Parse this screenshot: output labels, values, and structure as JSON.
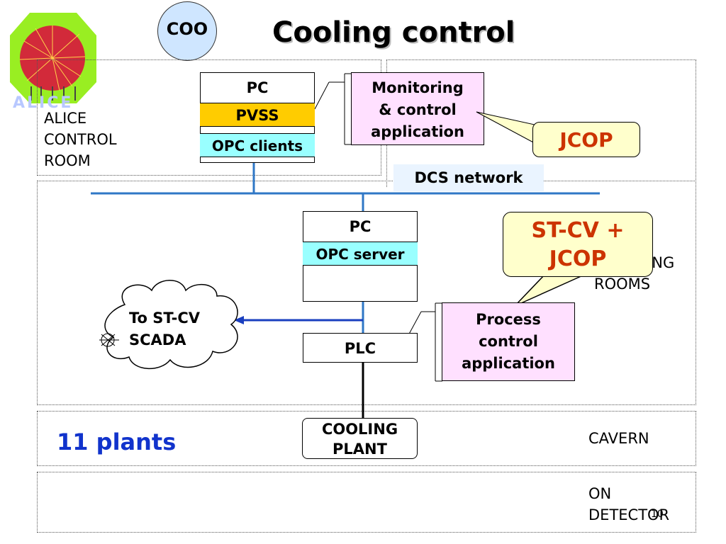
{
  "slide": {
    "title": "Cooling control",
    "badge": "COO",
    "logo_text": "ALICE",
    "page_number": "10"
  },
  "zones": {
    "control_room": [
      "ALICE",
      "CONTROL",
      "ROOM"
    ],
    "counting_rooms": [
      "COUNTING",
      "ROOMS"
    ],
    "cavern": "CAVERN",
    "on_detector": [
      "ON",
      "DETECTOR"
    ]
  },
  "pc_top": {
    "title": "PC",
    "pvss": "PVSS",
    "opc_clients": "OPC clients"
  },
  "monitoring_app": [
    "Monitoring",
    "& control",
    "application"
  ],
  "jcop": "JCOP",
  "network": "DCS network",
  "pc_server": {
    "title": "PC",
    "opc_server": "OPC server"
  },
  "callout": [
    "ST-CV +",
    "JCOP"
  ],
  "cloud": [
    "To ST-CV",
    "SCADA"
  ],
  "plc": "PLC",
  "process_app": [
    "Process",
    "control",
    "application"
  ],
  "plant": [
    "COOLING",
    "PLANT"
  ],
  "plants_count": "11 plants",
  "colors": {
    "pvss": "#ffcc00",
    "opc": "#99ffff",
    "app_pink": "#ffe0ff",
    "callout_yellow": "#ffffcc",
    "network_blue": "#2f77c6",
    "network_label_bg": "#eaf4ff",
    "jcop_red": "#cc3300",
    "plants_blue": "#1133cc",
    "badge_blue": "#cfe6ff"
  },
  "icons": [
    "alice-logo-icon",
    "antenna-icon"
  ]
}
